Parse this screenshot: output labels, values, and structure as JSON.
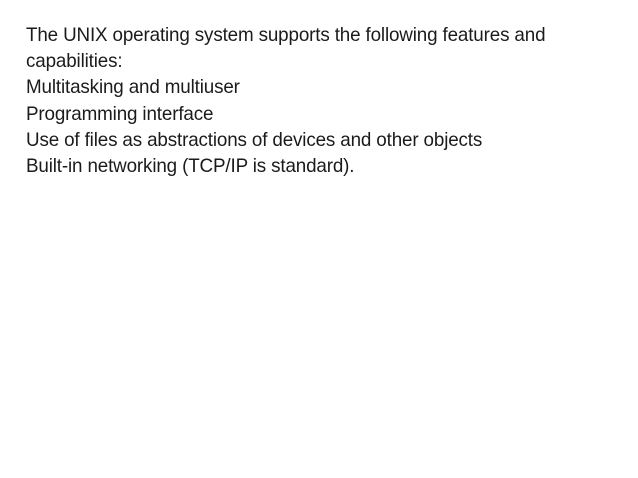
{
  "slide": {
    "background_color": "#ffffff",
    "text_color": "#1b1b1b",
    "body": {
      "lines": [
        "The UNIX operating system supports the following features and",
        "capabilities:",
        "Multitasking and multiuser",
        "Programming interface",
        "Use of files as abstractions of devices and other objects",
        "Built-in networking (TCP/IP is standard)."
      ],
      "paragraphs": [
        "The UNIX operating system supports the following features and capabilities:",
        "Multitasking and multiuser",
        "Programming interface",
        "Use of files as abstractions of devices and other objects",
        "Built-in networking (TCP/IP is standard)."
      ]
    }
  }
}
